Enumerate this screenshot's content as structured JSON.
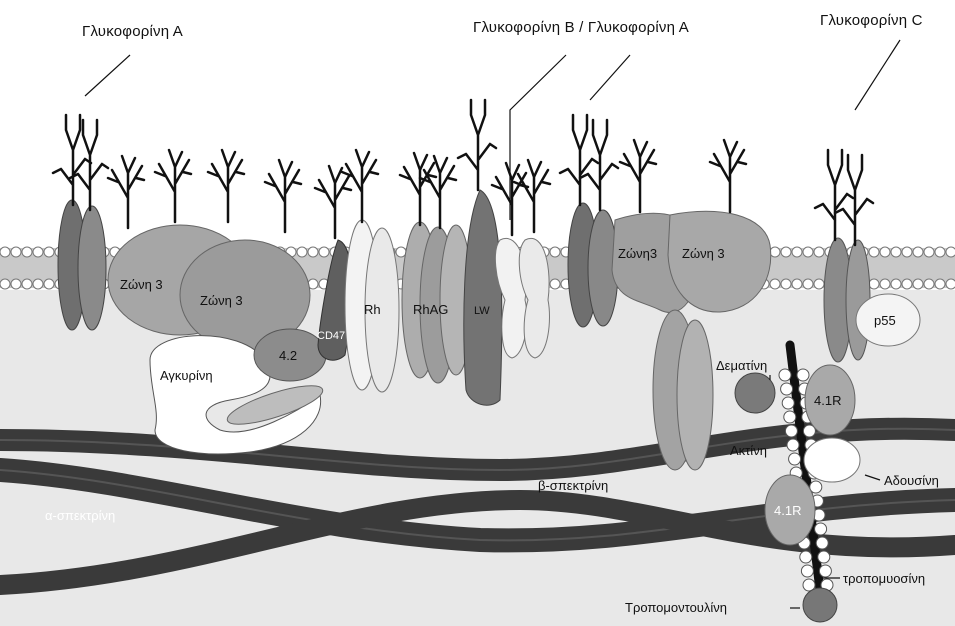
{
  "labels": {
    "glycophorin_a": "Γλυκοφορίνη Α",
    "glycophorin_b_a": "Γλυκοφορίνη Β / Γλυκοφορίνη Α",
    "glycophorin_c": "Γλυκοφορίνη C",
    "band3_left_back": "Ζώνη 3",
    "band3_left_front": "Ζώνη 3",
    "band3_right_back": "Ζώνη3",
    "band3_right_front": "Ζώνη 3",
    "protein_4_2": "4.2",
    "cd47": "CD47",
    "rh": "Rh",
    "rhag": "RhAG",
    "lw": "LW",
    "p55": "p55",
    "ankyrin": "Αγκυρίνη",
    "dematin": "Δεματίνη",
    "protein_4_1r_top": "4.1R",
    "protein_4_1r_bottom": "4.1R",
    "actin": "Ακτίνη",
    "adducin": "Αδουσίνη",
    "beta_spectrin": "β-σπεκτρίνη",
    "alpha_spectrin": "α-σπεκτρίνη",
    "tropomyosin": "τροπομυοσίνη",
    "tropomodulin": "Τροπομοντουλίνη"
  },
  "colors": {
    "background": "#ffffff",
    "cytoplasm": "#e6e6e6",
    "lipid_head": "#ffffff",
    "protein_dark": "#6f6f6f",
    "protein_mid": "#9a9a9a",
    "protein_light": "#b9b9b9",
    "protein_white": "#f4f4f4",
    "spectrin": "#3c3c3c"
  }
}
